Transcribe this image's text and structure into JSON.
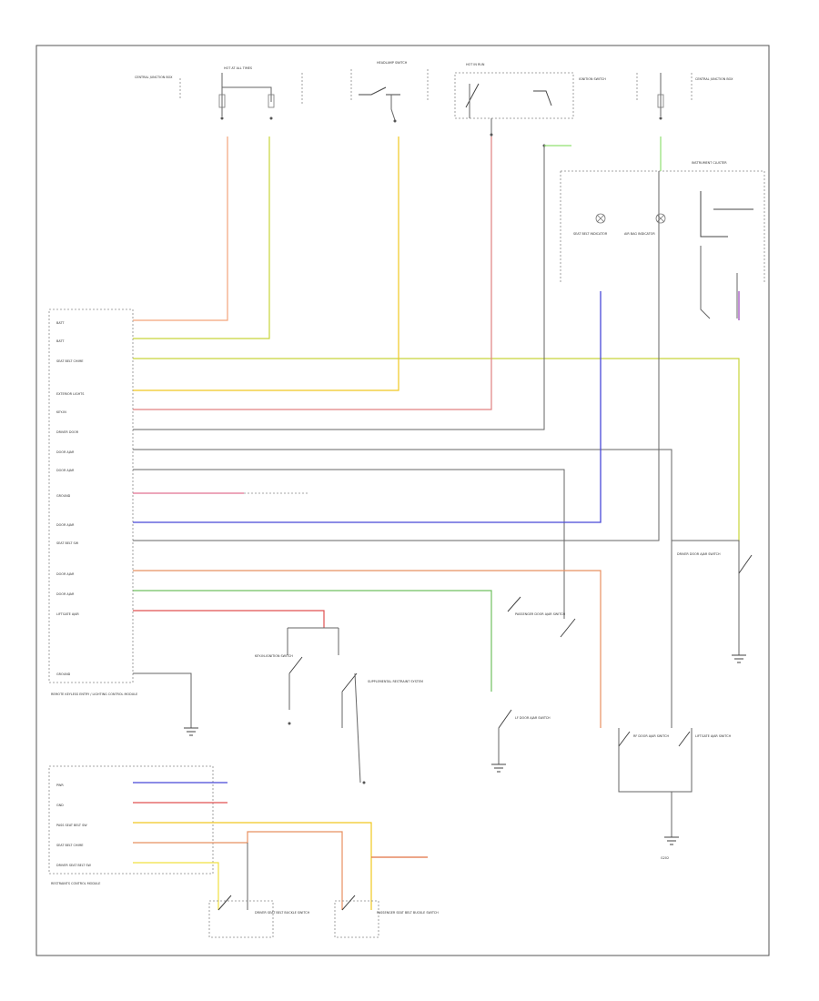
{
  "diagram": {
    "code": "",
    "module_a_label": "REMOTE KEYLESS ENTRY / LIGHTING CONTROL MODULE",
    "module_b_label": "RESTRAINTS CONTROL MODULE",
    "fuse_left_label": "CENTRAL JUNCTION BOX",
    "fuse_right_label": "CENTRAL JUNCTION BOX",
    "hot_at_all_times": "HOT AT ALL TIMES",
    "hot_in_run": "HOT IN RUN",
    "ignition_switch": "IGNITION SWITCH",
    "headlamp_switch": "HEADLAMP SWITCH",
    "instrument_cluster": "INSTRUMENT CLUSTER",
    "seat_belt_indicator": "SEAT BELT INDICATOR",
    "air_bag_indicator": "AIR BAG INDICATOR",
    "key_in_ignition_switch": "KEY-IN-IGNITION SWITCH",
    "driver_door_ajar_switch": "DRIVER DOOR AJAR SWITCH",
    "passenger_door_ajar_switch": "PASSENGER DOOR AJAR SWITCH",
    "lf_door_switch": "LF DOOR AJAR SWITCH",
    "rf_door_switch": "RF DOOR AJAR SWITCH",
    "liftgate_switch": "LIFTGATE AJAR SWITCH",
    "driver_buckle_switch": "DRIVER SEAT BELT BUCKLE SWITCH",
    "passenger_buckle_switch": "PASSENGER SEAT BELT BUCKLE SWITCH",
    "supplemental_restraint": "SUPPLEMENTAL RESTRAINT SYSTEM",
    "ground_label": "G202",
    "module_pins": [
      "BATT",
      "BATT",
      "SEAT BELT CHIME",
      "EXTERIOR LIGHTS",
      "KEY-IN",
      "DRIVER DOOR",
      "DOOR AJAR",
      "DOOR AJAR",
      "GROUND",
      "DOOR AJAR",
      "SEAT BELT SW",
      "DOOR AJAR",
      "DOOR AJAR",
      "LIFTGATE AJAR",
      "GROUND"
    ],
    "rcm_pins": [
      "PWR",
      "GND",
      "PASS SEAT BELT SW",
      "SEAT BELT CHIME",
      "DRIVER SEAT BELT SW"
    ]
  }
}
